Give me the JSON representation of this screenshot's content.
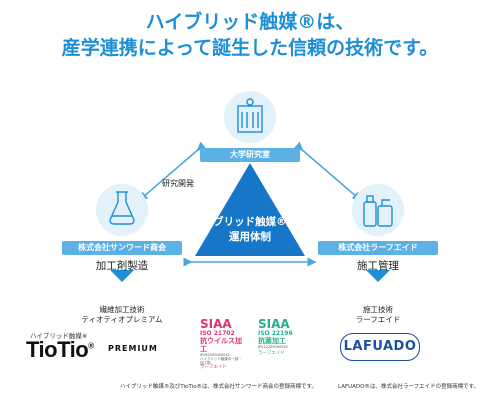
{
  "title": {
    "line1": "ハイブリッド触媒®は、",
    "line2": "産学連携によって誕生した信頼の技術です。"
  },
  "nodes": {
    "university": {
      "label": "大学研究室"
    },
    "sanward": {
      "label": "株式会社サンワード商会",
      "role": "加工剤製造"
    },
    "lafueide": {
      "label": "株式会社ラーフエイド",
      "role": "施工管理"
    }
  },
  "center": {
    "line1": "ハイブリッド触媒®技術",
    "line2": "運用体制"
  },
  "research_label": "研究開発",
  "left_bottom": {
    "tech_line1": "繊維加工技術",
    "tech_line2": "ティオティオプレミアム",
    "brand_sub": "ハイブリッド触媒※",
    "brand_main": "TioTio",
    "brand_reg": "®",
    "brand_premium": "PREMIUM"
  },
  "right_bottom": {
    "tech_line1": "施工技術",
    "tech_line2": "ラーフエイド",
    "logo": "LAFUADO"
  },
  "siaa_left": {
    "brand": "SIAA",
    "iso": "ISO 21702",
    "label": "抗ウイルス加工",
    "code1": "JP0620000000X2",
    "code2": "ハイブリッド触媒の一部・加工剤",
    "maker": "ラーフエイド"
  },
  "siaa_right": {
    "brand": "SIAA",
    "iso": "ISO 22196",
    "label": "抗菌加工",
    "code1": "JP0122090000X2",
    "maker": "ラーフエイド"
  },
  "footer": {
    "left": "ハイブリッド触媒®及びTioTio®は、株式会社サンワード商会の登録商標です。",
    "right": "LAFUADO®は、株式会社ラーフエイドの登録商標です。"
  },
  "colors": {
    "accent": "#1d8fd6",
    "bar": "#5bb0e6",
    "triangle": "#1677c8",
    "circle": "#e3f1fb",
    "siaa_red": "#e0346b",
    "siaa_green": "#23b08a"
  }
}
